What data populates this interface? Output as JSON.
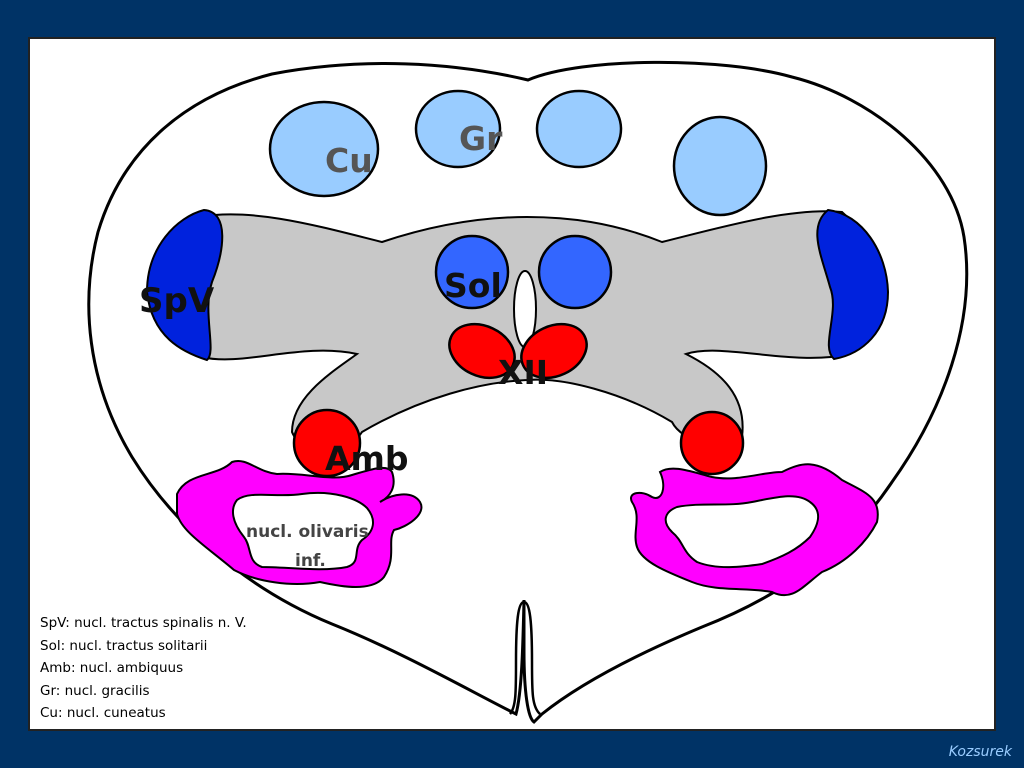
{
  "labels": {
    "cu": "Cu",
    "gr": "Gr",
    "spv": "SpV",
    "sol": "Sol",
    "xii": "XII",
    "amb": "Amb",
    "olive_line1": "nucl. olivaris",
    "olive_line2": "inf."
  },
  "legend": [
    "SpV: nucl. tractus spinalis n. V.",
    "Sol: nucl. tractus solitarii",
    "Amb: nucl. ambiquus",
    "Gr: nucl. gracilis",
    "Cu: nucl. cuneatus"
  ],
  "credit": "Kozsurek",
  "colors": {
    "frame": "#003366",
    "dorsal_columns": "#99ccff",
    "spv": "#0022dd",
    "sol": "#3366ff",
    "motor_nuclei": "#ff0000",
    "olive": "#ff00ff",
    "gray_matter": "#c8c8c8",
    "credit_text": "#99ccff"
  }
}
